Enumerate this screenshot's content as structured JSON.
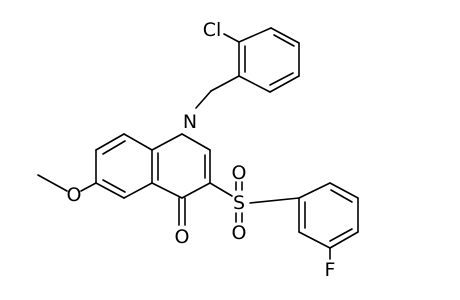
{
  "molecule": {
    "atoms": [
      {
        "id": "cl",
        "label": "Cl"
      },
      {
        "id": "n",
        "label": "N"
      },
      {
        "id": "o_methoxy",
        "label": "O"
      },
      {
        "id": "s",
        "label": "S"
      },
      {
        "id": "o_s_upper",
        "label": "O"
      },
      {
        "id": "o_s_lower",
        "label": "O"
      },
      {
        "id": "o_ketone",
        "label": "O"
      },
      {
        "id": "f",
        "label": "F"
      }
    ]
  }
}
